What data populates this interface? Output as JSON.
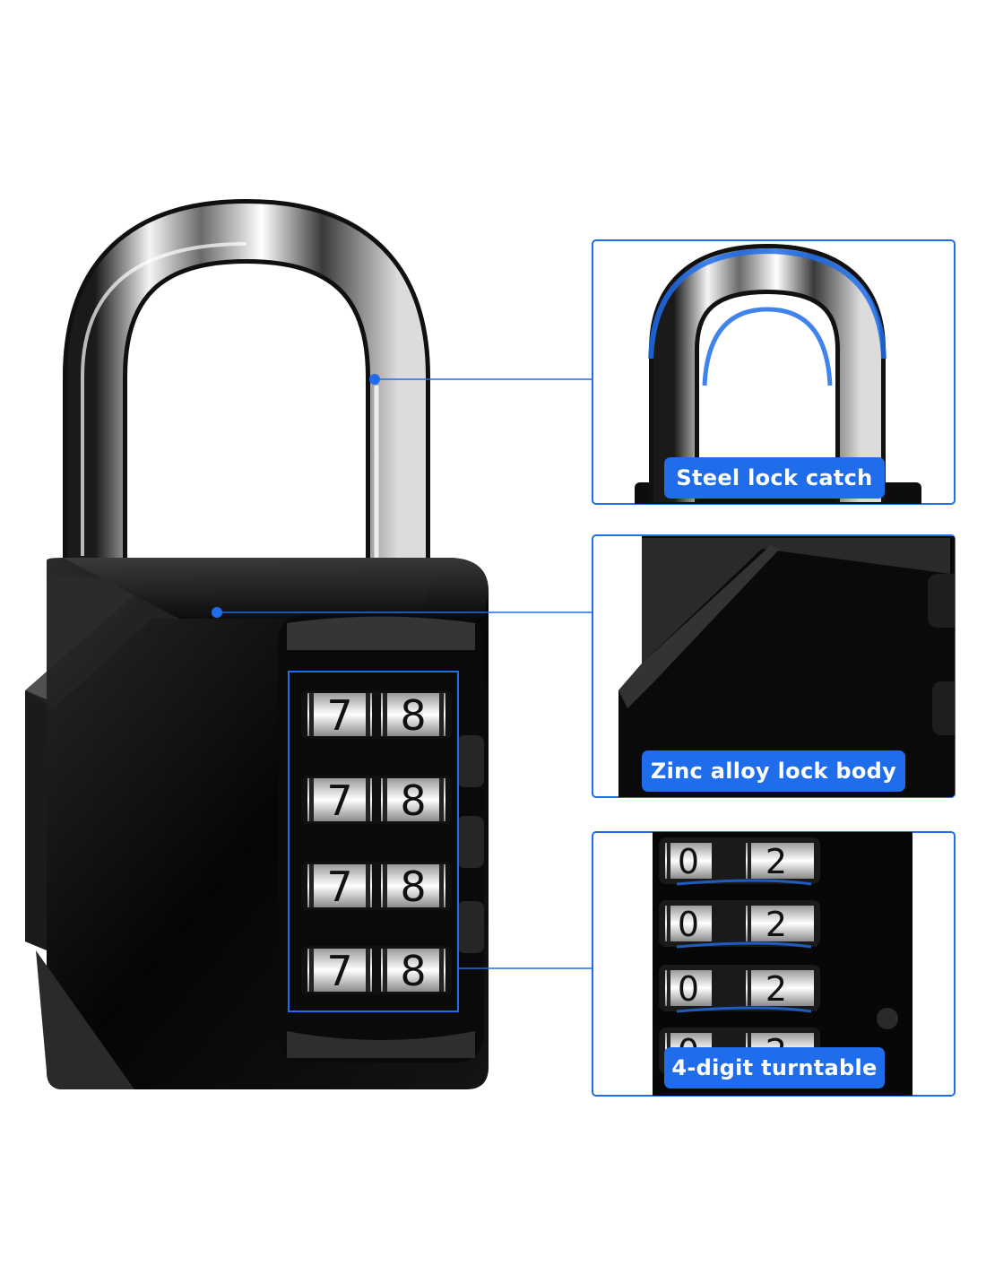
{
  "accent_color": "#1f6dea",
  "lock": {
    "dial_digits": [
      [
        "7",
        "8"
      ],
      [
        "7",
        "8"
      ],
      [
        "7",
        "8"
      ],
      [
        "7",
        "8"
      ]
    ]
  },
  "callouts": [
    {
      "label": "Steel lock catch"
    },
    {
      "label": "Zinc alloy lock body"
    },
    {
      "label": "4-digit turntable",
      "dial_digits": [
        [
          "0",
          "2"
        ],
        [
          "0",
          "2"
        ],
        [
          "0",
          "2"
        ],
        [
          "0",
          "2"
        ]
      ]
    }
  ]
}
